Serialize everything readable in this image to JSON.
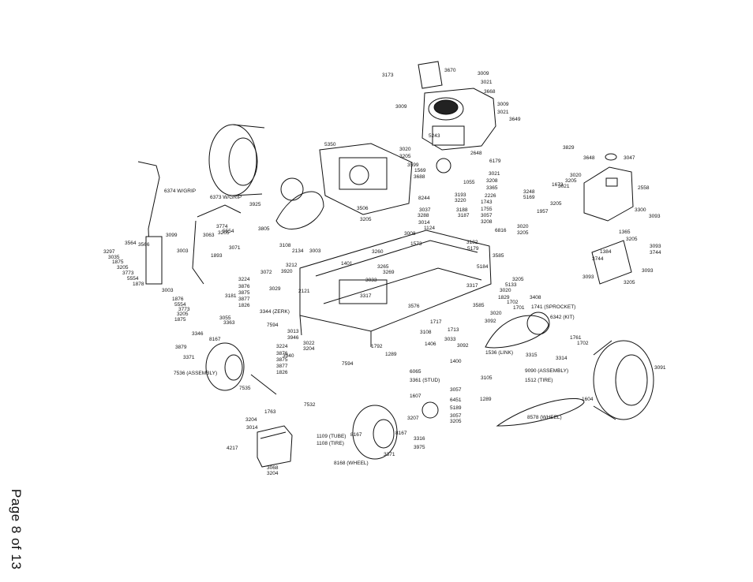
{
  "page": {
    "label": "Page 8 of 13"
  },
  "callouts": [
    {
      "id": "c3173",
      "text": "3173"
    },
    {
      "id": "c3670",
      "text": "3670"
    },
    {
      "id": "c3009a",
      "text": "3009"
    },
    {
      "id": "c3021a",
      "text": "3021"
    },
    {
      "id": "c3668",
      "text": "3668"
    },
    {
      "id": "c3009b",
      "text": "3009"
    },
    {
      "id": "c3009c",
      "text": "3009"
    },
    {
      "id": "c3021b",
      "text": "3021"
    },
    {
      "id": "c3649",
      "text": "3649"
    },
    {
      "id": "c5243",
      "text": "5243"
    },
    {
      "id": "c3829",
      "text": "3829"
    },
    {
      "id": "c2648",
      "text": "2648"
    },
    {
      "id": "c3648",
      "text": "3648"
    },
    {
      "id": "c3047",
      "text": "3047"
    },
    {
      "id": "c3020a",
      "text": "3020"
    },
    {
      "id": "c3205a",
      "text": "3205"
    },
    {
      "id": "c3599",
      "text": "3599"
    },
    {
      "id": "c1569",
      "text": "1569"
    },
    {
      "id": "c3688",
      "text": "3688"
    },
    {
      "id": "c6179",
      "text": "6179"
    },
    {
      "id": "c3021c",
      "text": "3021"
    },
    {
      "id": "c5350",
      "text": "5350"
    },
    {
      "id": "c3020b",
      "text": "3020"
    },
    {
      "id": "c3205b",
      "text": "3205"
    },
    {
      "id": "c2558",
      "text": "2558"
    },
    {
      "id": "c1055",
      "text": "1055"
    },
    {
      "id": "c3208",
      "text": "3208"
    },
    {
      "id": "c3365",
      "text": "3365"
    },
    {
      "id": "c1673",
      "text": "1673"
    },
    {
      "id": "c3021d",
      "text": "3021"
    },
    {
      "id": "c2226",
      "text": "2226"
    },
    {
      "id": "c3248",
      "text": "3248"
    },
    {
      "id": "c5169",
      "text": "5169"
    },
    {
      "id": "c3193",
      "text": "3193"
    },
    {
      "id": "c3220",
      "text": "3220"
    },
    {
      "id": "c8244",
      "text": "8244"
    },
    {
      "id": "c1743",
      "text": "1743"
    },
    {
      "id": "c3205c",
      "text": "3205"
    },
    {
      "id": "c1957",
      "text": "1957"
    },
    {
      "id": "c6374",
      "text": "6374 W/GRIP"
    },
    {
      "id": "c6373",
      "text": "6373 W/GRIP"
    },
    {
      "id": "c3925",
      "text": "3925"
    },
    {
      "id": "c3506",
      "text": "3506"
    },
    {
      "id": "c3205d",
      "text": "3205"
    },
    {
      "id": "c3037",
      "text": "3037"
    },
    {
      "id": "c3188",
      "text": "3188"
    },
    {
      "id": "c3187",
      "text": "3187"
    },
    {
      "id": "c3288",
      "text": "3288"
    },
    {
      "id": "c1755",
      "text": "1755"
    },
    {
      "id": "c3057a",
      "text": "3057"
    },
    {
      "id": "c3208b",
      "text": "3208"
    },
    {
      "id": "c3020c",
      "text": "3020"
    },
    {
      "id": "c3205e",
      "text": "3205"
    },
    {
      "id": "c3774",
      "text": "3774"
    },
    {
      "id": "c5554a",
      "text": "5554"
    },
    {
      "id": "c3063",
      "text": "3063"
    },
    {
      "id": "c3205f",
      "text": "3205"
    },
    {
      "id": "c3805",
      "text": "3805"
    },
    {
      "id": "c3014",
      "text": "3014"
    },
    {
      "id": "c1124",
      "text": "1124"
    },
    {
      "id": "c3008",
      "text": "3008"
    },
    {
      "id": "c1573",
      "text": "1573"
    },
    {
      "id": "c6816",
      "text": "6816"
    },
    {
      "id": "c3300",
      "text": "3300"
    },
    {
      "id": "c3093a",
      "text": "3093"
    },
    {
      "id": "c1365",
      "text": "1365"
    },
    {
      "id": "c3205g",
      "text": "3205"
    },
    {
      "id": "c3071",
      "text": "3071"
    },
    {
      "id": "c3564",
      "text": "3564"
    },
    {
      "id": "c3099",
      "text": "3099"
    },
    {
      "id": "c3566",
      "text": "3566"
    },
    {
      "id": "c3003a",
      "text": "3003"
    },
    {
      "id": "c1893",
      "text": "1893"
    },
    {
      "id": "c3108",
      "text": "3108"
    },
    {
      "id": "c2134",
      "text": "2134"
    },
    {
      "id": "c3003b",
      "text": "3003"
    },
    {
      "id": "c3260",
      "text": "3260"
    },
    {
      "id": "c3182",
      "text": "3182"
    },
    {
      "id": "c5179",
      "text": "5179"
    },
    {
      "id": "c3585",
      "text": "3585"
    },
    {
      "id": "c1384",
      "text": "1384"
    },
    {
      "id": "c3744a",
      "text": "3744"
    },
    {
      "id": "c3093b",
      "text": "3093"
    },
    {
      "id": "c3744b",
      "text": "3744"
    },
    {
      "id": "c3297",
      "text": "3297"
    },
    {
      "id": "c3035",
      "text": "3035"
    },
    {
      "id": "c1875a",
      "text": "1875"
    },
    {
      "id": "c3205h",
      "text": "3205"
    },
    {
      "id": "c3773a",
      "text": "3773"
    },
    {
      "id": "c5554b",
      "text": "5554"
    },
    {
      "id": "c1878",
      "text": "1878"
    },
    {
      "id": "c3212",
      "text": "3212"
    },
    {
      "id": "c3920",
      "text": "3920"
    },
    {
      "id": "c3072",
      "text": "3072"
    },
    {
      "id": "c1401",
      "text": "1401"
    },
    {
      "id": "c3265",
      "text": "3265"
    },
    {
      "id": "c3269",
      "text": "3269"
    },
    {
      "id": "c3033",
      "text": "3033"
    },
    {
      "id": "c5184",
      "text": "5184"
    },
    {
      "id": "c3205i",
      "text": "3205"
    },
    {
      "id": "c5133",
      "text": "5133"
    },
    {
      "id": "c3020d",
      "text": "3020"
    },
    {
      "id": "c3093c",
      "text": "3093"
    },
    {
      "id": "c3205j",
      "text": "3205"
    },
    {
      "id": "c3093d",
      "text": "3093"
    },
    {
      "id": "c3003c",
      "text": "3003"
    },
    {
      "id": "c3224a",
      "text": "3224"
    },
    {
      "id": "c3876a",
      "text": "3876"
    },
    {
      "id": "c3875a",
      "text": "3875"
    },
    {
      "id": "c3877a",
      "text": "3877"
    },
    {
      "id": "c1826a",
      "text": "1826"
    },
    {
      "id": "c3029",
      "text": "3029"
    },
    {
      "id": "c2121",
      "text": "2121"
    },
    {
      "id": "c3317",
      "text": "3317"
    },
    {
      "id": "c1876",
      "text": "1876"
    },
    {
      "id": "c5554c",
      "text": "5554"
    },
    {
      "id": "c3773b",
      "text": "3773"
    },
    {
      "id": "c3205k",
      "text": "3205"
    },
    {
      "id": "c1875b",
      "text": "1875"
    },
    {
      "id": "c3181",
      "text": "3181"
    },
    {
      "id": "c3055",
      "text": "3055"
    },
    {
      "id": "c3363",
      "text": "3363"
    },
    {
      "id": "c3344",
      "text": "3344 (ZERK)"
    },
    {
      "id": "c7594a",
      "text": "7594"
    },
    {
      "id": "c3576",
      "text": "3576"
    },
    {
      "id": "c3585b",
      "text": "3585"
    },
    {
      "id": "c3317b",
      "text": "3317"
    },
    {
      "id": "c1829",
      "text": "1829"
    },
    {
      "id": "c1702a",
      "text": "1702"
    },
    {
      "id": "c1701",
      "text": "1701"
    },
    {
      "id": "c3408",
      "text": "3408"
    },
    {
      "id": "c1741",
      "text": "1741 (SPROCKET)"
    },
    {
      "id": "c6342",
      "text": "6342 (KIT)"
    },
    {
      "id": "c3020e",
      "text": "3020"
    },
    {
      "id": "c3092a",
      "text": "3092"
    },
    {
      "id": "c1717",
      "text": "1717"
    },
    {
      "id": "c1713",
      "text": "1713"
    },
    {
      "id": "c3033b",
      "text": "3033"
    },
    {
      "id": "c3092b",
      "text": "3092"
    },
    {
      "id": "c1536",
      "text": "1536 (LINK)"
    },
    {
      "id": "c3315",
      "text": "3315"
    },
    {
      "id": "c3314",
      "text": "3314"
    },
    {
      "id": "c1761",
      "text": "1761"
    },
    {
      "id": "c1702b",
      "text": "1702"
    },
    {
      "id": "c3346",
      "text": "3346"
    },
    {
      "id": "c8167a",
      "text": "8167"
    },
    {
      "id": "c3879",
      "text": "3879"
    },
    {
      "id": "c3371a",
      "text": "3371"
    },
    {
      "id": "c3013",
      "text": "3013"
    },
    {
      "id": "c3946",
      "text": "3946"
    },
    {
      "id": "c3022",
      "text": "3022"
    },
    {
      "id": "c3204a",
      "text": "3204"
    },
    {
      "id": "c3224b",
      "text": "3224"
    },
    {
      "id": "c3876b",
      "text": "3876"
    },
    {
      "id": "c3875b",
      "text": "3875"
    },
    {
      "id": "c3877b",
      "text": "3877"
    },
    {
      "id": "c1826b",
      "text": "1826"
    },
    {
      "id": "c3940",
      "text": "3940"
    },
    {
      "id": "c1792",
      "text": "1792"
    },
    {
      "id": "c1289a",
      "text": "1289"
    },
    {
      "id": "c3108b",
      "text": "3108"
    },
    {
      "id": "c1406",
      "text": "1406"
    },
    {
      "id": "c1400",
      "text": "1400"
    },
    {
      "id": "c7536",
      "text": "7536 (ASSEMBLY)"
    },
    {
      "id": "c7594b",
      "text": "7594"
    },
    {
      "id": "c7535",
      "text": "7535"
    },
    {
      "id": "c6065",
      "text": "6065"
    },
    {
      "id": "c3361",
      "text": "3361 (STUD)"
    },
    {
      "id": "c1607",
      "text": "1607"
    },
    {
      "id": "c3057b",
      "text": "3057"
    },
    {
      "id": "c6451",
      "text": "6451"
    },
    {
      "id": "c5189",
      "text": "5189"
    },
    {
      "id": "c3057c",
      "text": "3057"
    },
    {
      "id": "c3205l",
      "text": "3205"
    },
    {
      "id": "c3207",
      "text": "3207"
    },
    {
      "id": "c3105",
      "text": "3105"
    },
    {
      "id": "c1289b",
      "text": "1289"
    },
    {
      "id": "c9090",
      "text": "9090 (ASSEMBLY)"
    },
    {
      "id": "c1512",
      "text": "1512 (TIRE)"
    },
    {
      "id": "c1604",
      "text": "1604"
    },
    {
      "id": "c3091",
      "text": "3091"
    },
    {
      "id": "c8578",
      "text": "8578 (WHEEL)"
    },
    {
      "id": "c1763",
      "text": "1763"
    },
    {
      "id": "c3204b",
      "text": "3204"
    },
    {
      "id": "c3014b",
      "text": "3014"
    },
    {
      "id": "c7532",
      "text": "7532"
    },
    {
      "id": "c8167b",
      "text": "8167"
    },
    {
      "id": "c8167c",
      "text": "8167"
    },
    {
      "id": "c3316",
      "text": "3316"
    },
    {
      "id": "c3975",
      "text": "3975"
    },
    {
      "id": "c3371b",
      "text": "3371"
    },
    {
      "id": "c1109",
      "text": "1109 (TUBE)"
    },
    {
      "id": "c1108",
      "text": "1108 (TIRE)"
    },
    {
      "id": "c8168",
      "text": "8168 (WHEEL)"
    },
    {
      "id": "c4217",
      "text": "4217"
    },
    {
      "id": "c3068",
      "text": "3068"
    },
    {
      "id": "c3204c",
      "text": "3204"
    }
  ]
}
